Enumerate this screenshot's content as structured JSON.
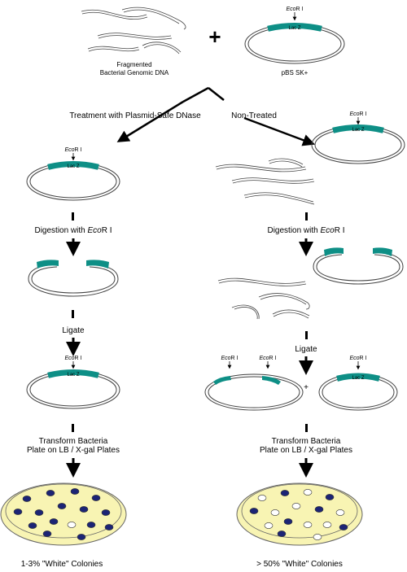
{
  "top": {
    "fragment_label_line1": "Fragmented",
    "fragment_label_line2": "Bacterial Genomic DNA",
    "plus": "+",
    "plasmid_label": "pBS SK+",
    "site_italic": "Eco",
    "site_rest": "R I",
    "gene": "Lac Z"
  },
  "branches": {
    "left": "Treatment with Plasmid-Safe DNase",
    "right": "Non-Treated"
  },
  "steps": {
    "digest_prefix": "Digestion with ",
    "digest_italic": "Eco",
    "digest_suffix": "R I",
    "ligate": "Ligate",
    "transform_line1": "Transform Bacteria",
    "transform_line2": "Plate on LB / X-gal Plates",
    "plus": "+"
  },
  "results": {
    "left": "1-3% \"White\" Colonies",
    "right": "> 50% \"White\" Colonies"
  },
  "colors": {
    "lacz": "#0e8f86",
    "agar": "#f8f4b3",
    "blue_colony": "#1c2475",
    "white_colony": "#ffffff"
  }
}
